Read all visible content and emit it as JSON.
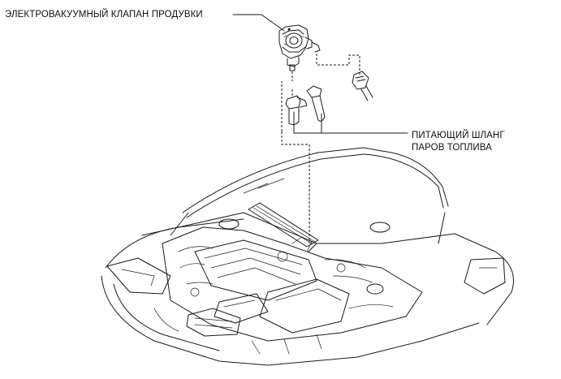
{
  "callouts": {
    "valve": "ЭЛЕКТРОВАКУУМНЫЙ КЛАПАН ПРОДУВКИ",
    "hose_line1": "ПИТАЮЩИЙ ШЛАНГ",
    "hose_line2": "ПАРОВ ТОПЛИВА"
  },
  "colors": {
    "line": "#1a1a1a",
    "background": "#ffffff"
  }
}
